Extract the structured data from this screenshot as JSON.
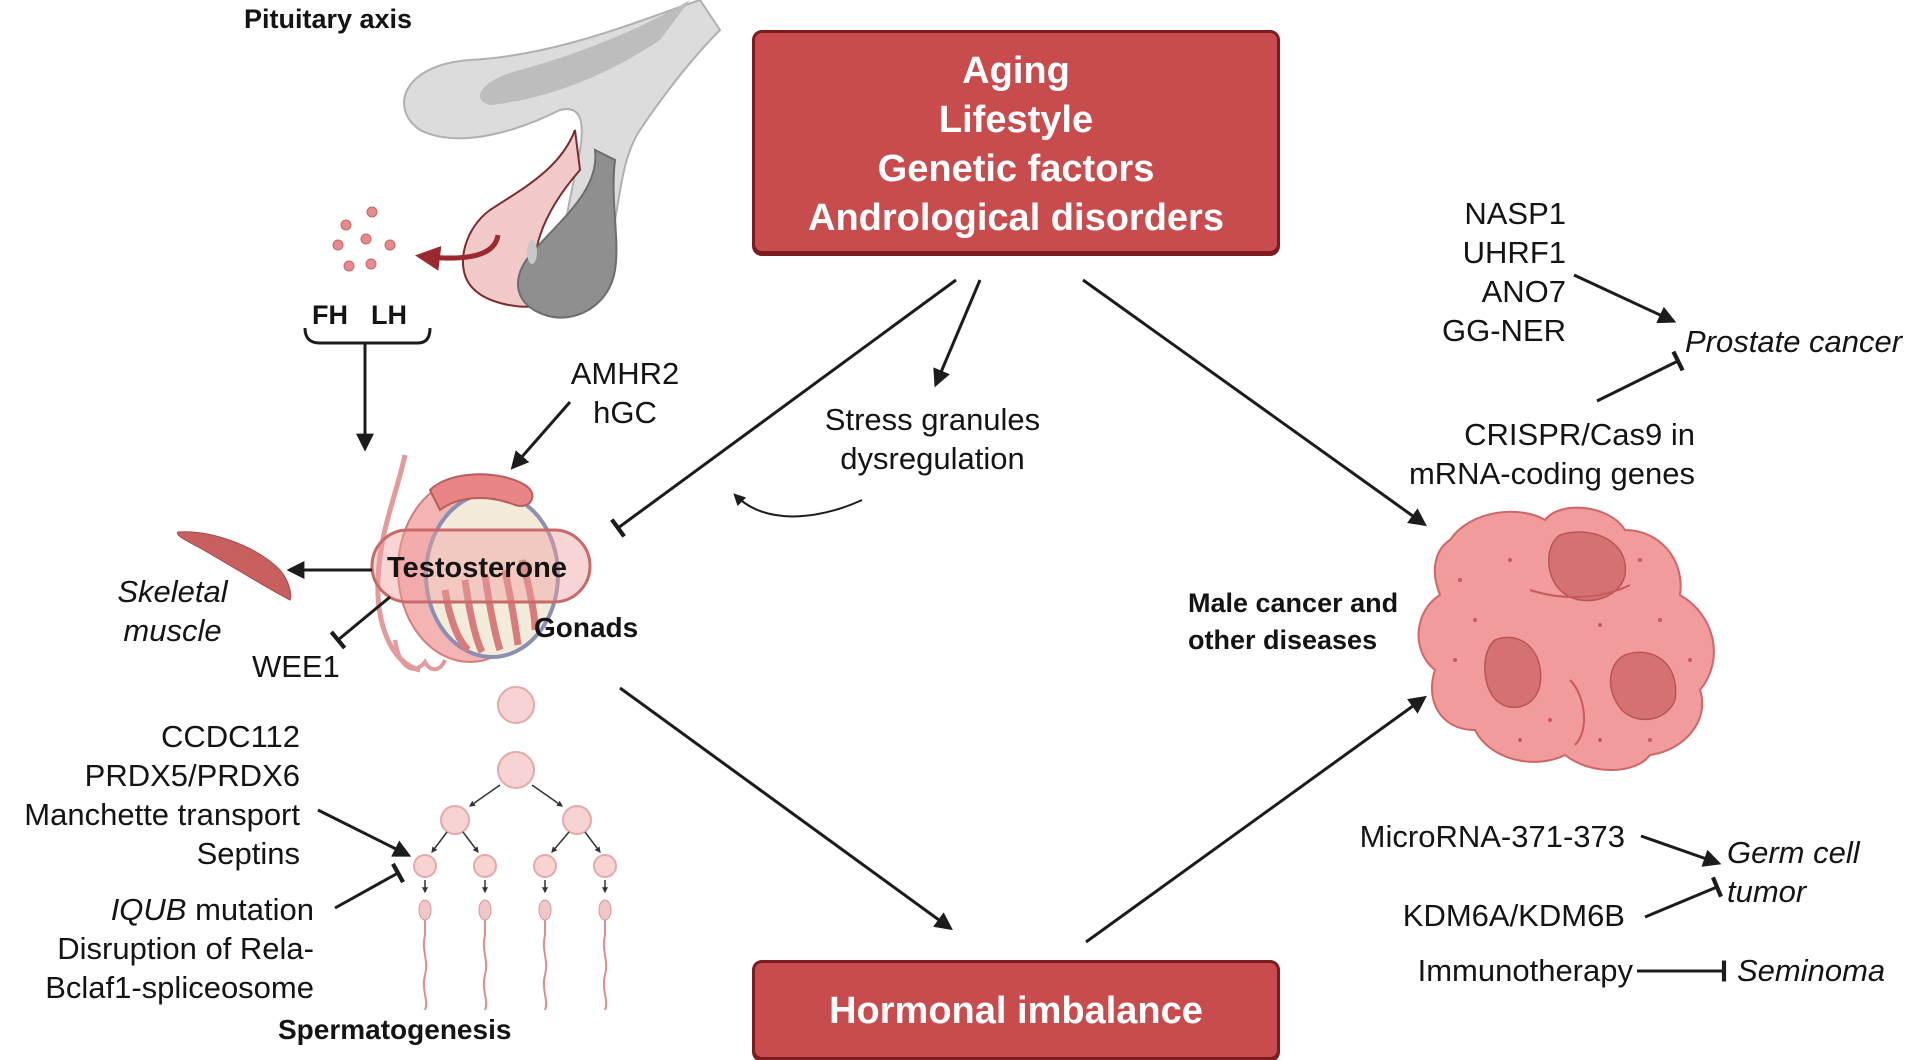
{
  "title_labels": {
    "pituitary_axis": "Pituitary axis",
    "hormones": [
      "FH",
      "LH"
    ],
    "gonads": "Gonads",
    "testosterone": "Testosterone",
    "spermatogenesis": "Spermatogenesis",
    "male_cancer": [
      "Male cancer and",
      "other diseases"
    ]
  },
  "top_box": {
    "lines": [
      "Aging",
      "Lifestyle",
      "Genetic factors",
      "Andrological disorders"
    ],
    "fill_color": "#c84b4d"
  },
  "bottom_box": {
    "lines": [
      "Hormonal imbalance"
    ],
    "fill_color": "#c84b4d"
  },
  "center": {
    "stress_granules": [
      "Stress granules",
      "dysregulation"
    ]
  },
  "gonad_regulators": {
    "activators": [
      "AMHR2",
      "hGC"
    ],
    "inhibited_target": "WEE1",
    "skeletal_muscle": [
      "Skeletal",
      "muscle"
    ]
  },
  "spermatogenesis_factors": {
    "promoters": [
      "CCDC112",
      "PRDX5/PRDX6",
      "Manchette transport",
      "Septins"
    ],
    "inhibitors": {
      "iqub_gene": "IQUB",
      "iqub_suffix": " mutation",
      "line2": "Disruption of Rela-",
      "line3": "Bclaf1-spliceosome"
    }
  },
  "prostate": {
    "promoters": [
      "NASP1",
      "UHRF1",
      "ANO7",
      "GG-NER"
    ],
    "target": "Prostate cancer",
    "inhibitor": [
      "CRISPR/Cas9 in",
      "mRNA-coding genes"
    ]
  },
  "germ_cell": {
    "promoter": "MicroRNA-371-373",
    "inhibitor": "KDM6A/KDM6B",
    "target": [
      "Germ cell",
      "tumor"
    ]
  },
  "seminoma": {
    "inhibitor": "Immunotherapy",
    "target": "Seminoma"
  },
  "colors": {
    "box_red": "#c84b4d",
    "box_border": "#7d1c1f",
    "tissue_pink": "#f0a0a0",
    "arrow": "#1c1c1c"
  }
}
